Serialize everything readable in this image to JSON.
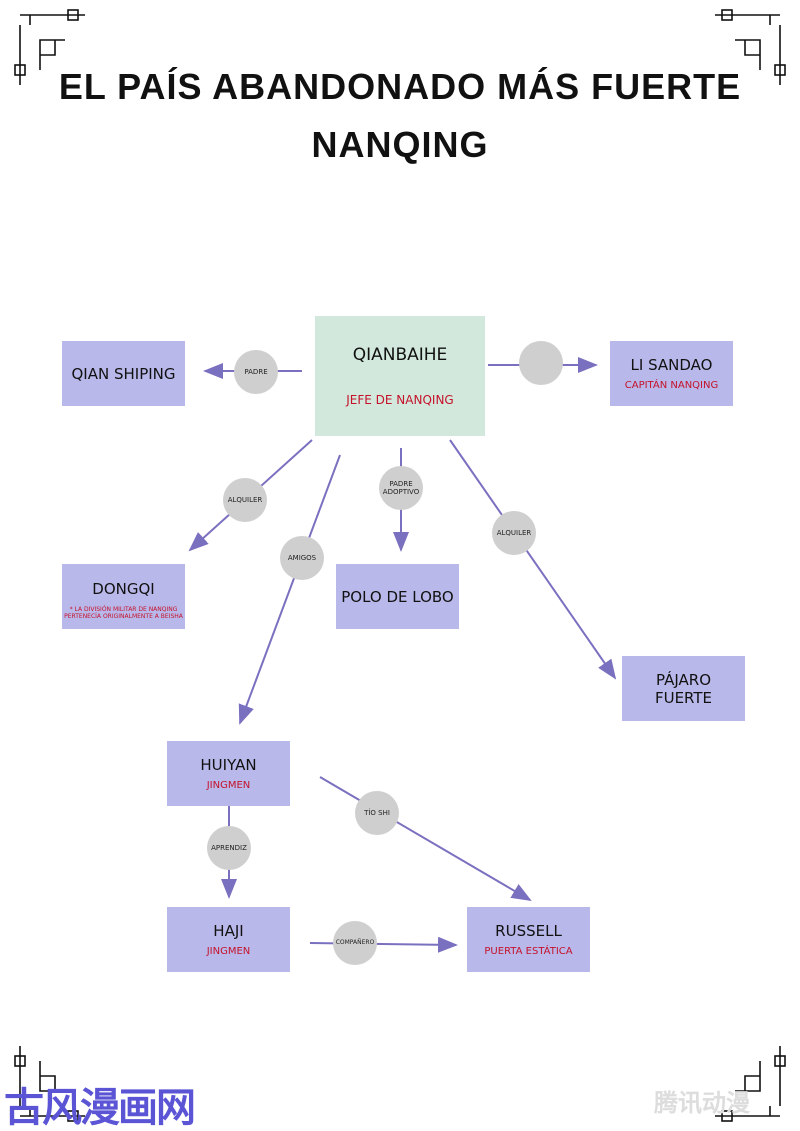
{
  "title": {
    "line1": "EL PAÍS ABANDONADO MÁS FUERTE",
    "line2": "NANQING"
  },
  "colors": {
    "box": "#b9b8ea",
    "center_box": "#d3e8dc",
    "edge": "#7a70c0",
    "circle": "#cfcfcf",
    "subtitle": "#c4122a"
  },
  "nodes": {
    "qianbaihe": {
      "name": "QIANBAIHE",
      "sub": "JEFE DE NANQING"
    },
    "qian_shiping": {
      "name": "QIAN SHIPING"
    },
    "li_sandao": {
      "name": "LI SANDAO",
      "sub": "CAPITÁN NANQING"
    },
    "dongqi": {
      "name": "DONGQI",
      "note1": "* LA DIVISIÓN MILITAR DE NANQING",
      "note2": "PERTENECÍA ORIGINALMENTE A BEISHA"
    },
    "polo_de_lobo": {
      "name": "POLO DE LOBO"
    },
    "pajaro_fuerte": {
      "name1": "PÁJARO",
      "name2": "FUERTE"
    },
    "huiyan": {
      "name": "HUIYAN",
      "sub": "JINGMEN"
    },
    "haji": {
      "name": "HAJI",
      "sub": "JINGMEN"
    },
    "russell": {
      "name": "RUSSELL",
      "sub": "PUERTA ESTÁTICA"
    }
  },
  "relations": {
    "padre": "PADRE",
    "padre_adoptivo_1": "PADRE",
    "padre_adoptivo_2": "ADOPTIVO",
    "alquiler_left": "ALQUILER",
    "alquiler_right": "ALQUILER",
    "amigos": "AMIGOS",
    "tio_shi": "TÍO SHI",
    "aprendiz": "APRENDIZ",
    "companero": "COMPAÑERO"
  },
  "watermarks": {
    "left": "古风漫画网",
    "right": "腾讯动漫"
  }
}
